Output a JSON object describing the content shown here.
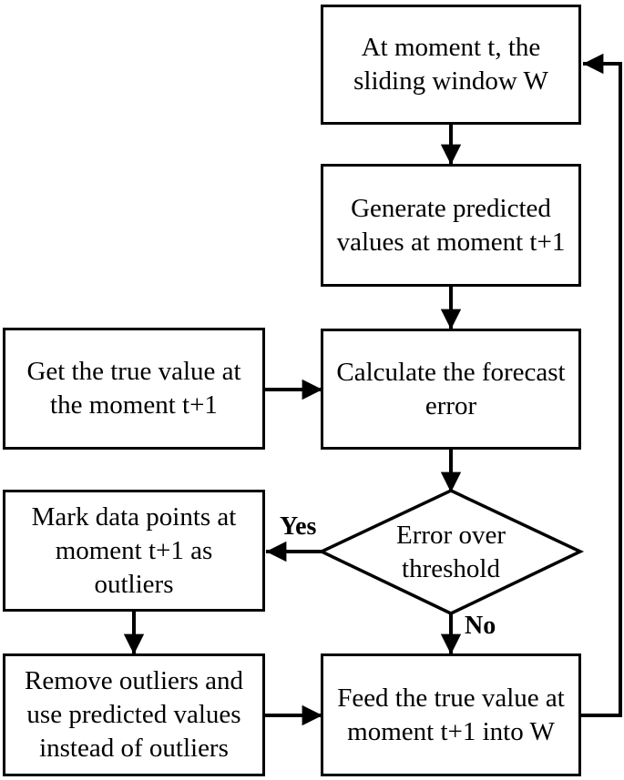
{
  "nodes": {
    "sliding_window": {
      "lines": [
        "At moment t, the",
        "sliding window W"
      ]
    },
    "generate": {
      "lines": [
        "Generate predicted",
        "values at moment t+1"
      ]
    },
    "get_true_value": {
      "lines": [
        "Get the true value at",
        "the moment t+1"
      ]
    },
    "calculate_error": {
      "lines": [
        "Calculate the forecast",
        "error"
      ]
    },
    "decision": {
      "lines": [
        "Error over",
        "threshold"
      ]
    },
    "mark_outliers": {
      "lines": [
        "Mark data points at",
        "moment t+1 as",
        "outliers"
      ]
    },
    "remove_outliers": {
      "lines": [
        "Remove outliers and",
        "use predicted values",
        "instead of outliers"
      ]
    },
    "feed_window": {
      "lines": [
        "Feed the true value at",
        "moment t+1 into W"
      ]
    }
  },
  "edge_labels": {
    "yes": "Yes",
    "no": "No"
  },
  "colors": {
    "stroke": "#000000",
    "background": "#ffffff",
    "text": "#000000"
  }
}
